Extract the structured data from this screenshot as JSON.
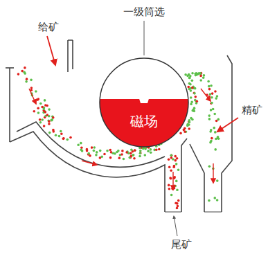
{
  "diagram": {
    "nodes": [
      {
        "text": [
          "磁场"
        ]
      }
    ],
    "labels": [
      "一级筒选",
      "给矿",
      "精矿",
      "尾矿"
    ]
  }
}
